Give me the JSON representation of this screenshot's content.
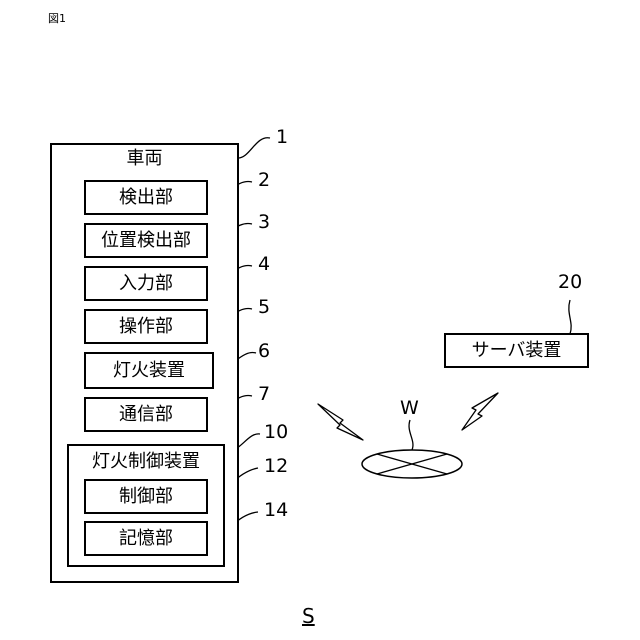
{
  "figure": {
    "label": "図1",
    "system_label": "S"
  },
  "vehicle": {
    "label": "車両",
    "ref": "1"
  },
  "components": [
    {
      "label": "検出部",
      "ref": "2"
    },
    {
      "label": "位置検出部",
      "ref": "3"
    },
    {
      "label": "入力部",
      "ref": "4"
    },
    {
      "label": "操作部",
      "ref": "5"
    },
    {
      "label": "灯火装置",
      "ref": "6"
    },
    {
      "label": "通信部",
      "ref": "7"
    }
  ],
  "lighting_control": {
    "label": "灯火制御装置",
    "ref": "10",
    "components": [
      {
        "label": "制御部",
        "ref": "12"
      },
      {
        "label": "記憶部",
        "ref": "14"
      }
    ]
  },
  "server": {
    "label": "サーバ装置",
    "ref": "20"
  },
  "network": {
    "label": "W"
  }
}
